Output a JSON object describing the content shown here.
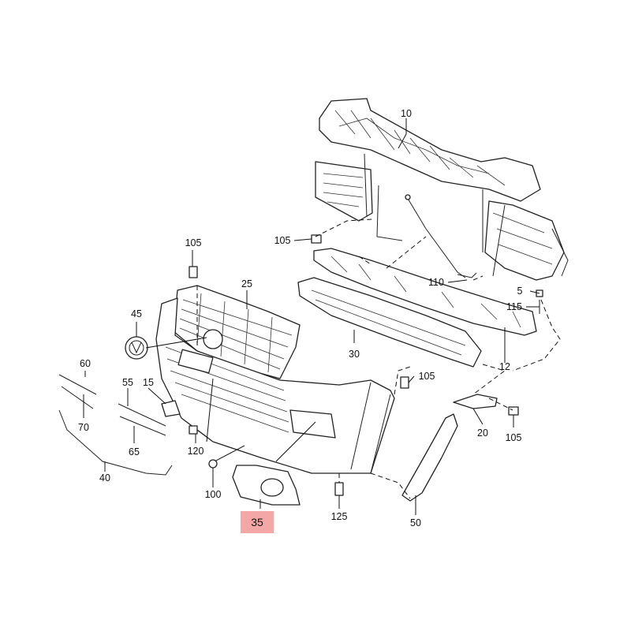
{
  "diagram": {
    "highlight_color": "#f4a7a7",
    "callouts": [
      {
        "id": "10",
        "label": "10"
      },
      {
        "id": "105a",
        "label": "105"
      },
      {
        "id": "105b",
        "label": "105"
      },
      {
        "id": "25",
        "label": "25"
      },
      {
        "id": "110",
        "label": "110"
      },
      {
        "id": "5",
        "label": "5"
      },
      {
        "id": "115",
        "label": "115"
      },
      {
        "id": "45",
        "label": "45"
      },
      {
        "id": "30",
        "label": "30"
      },
      {
        "id": "12",
        "label": "12"
      },
      {
        "id": "60",
        "label": "60"
      },
      {
        "id": "55",
        "label": "55"
      },
      {
        "id": "15",
        "label": "15"
      },
      {
        "id": "105c",
        "label": "105"
      },
      {
        "id": "70",
        "label": "70"
      },
      {
        "id": "65",
        "label": "65"
      },
      {
        "id": "120",
        "label": "120"
      },
      {
        "id": "20",
        "label": "20"
      },
      {
        "id": "105d",
        "label": "105"
      },
      {
        "id": "40",
        "label": "40"
      },
      {
        "id": "100",
        "label": "100"
      },
      {
        "id": "35",
        "label": "35"
      },
      {
        "id": "125",
        "label": "125"
      },
      {
        "id": "50",
        "label": "50"
      }
    ]
  }
}
